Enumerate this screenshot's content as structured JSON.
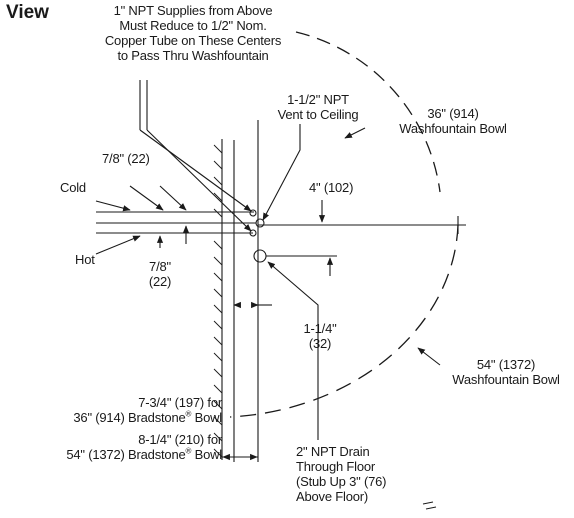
{
  "title": "View",
  "labels": {
    "supplies": [
      "1\" NPT Supplies from Above",
      "Must Reduce to 1/2\" Nom.",
      "Copper Tube on These Centers",
      "to Pass Thru Washfountain"
    ],
    "vent": [
      "1-1/2\" NPT",
      "Vent to Ceiling"
    ],
    "bowl36": [
      "36\" (914)",
      "Washfountain Bowl"
    ],
    "dim_78_top": "7/8\" (22)",
    "cold": "Cold",
    "dim_4": "4\" (102)",
    "hot": "Hot",
    "dim_78_bottom": [
      "7/8\"",
      "(22)"
    ],
    "dim_114": [
      "1-1/4\"",
      "(32)"
    ],
    "bowl54": [
      "54\" (1372)",
      "Washfountain Bowl"
    ],
    "offset36": [
      "7-3/4\" (197) for",
      "36\" (914) Bradstone",
      "®",
      " Bowl"
    ],
    "offset54": [
      "8-1/4\" (210) for",
      "54\" (1372) Bradstone",
      "®",
      " Bowl"
    ],
    "drain": [
      "2\" NPT Drain",
      "Through Floor",
      "(Stub Up 3\" (76)",
      "Above Floor)"
    ]
  }
}
